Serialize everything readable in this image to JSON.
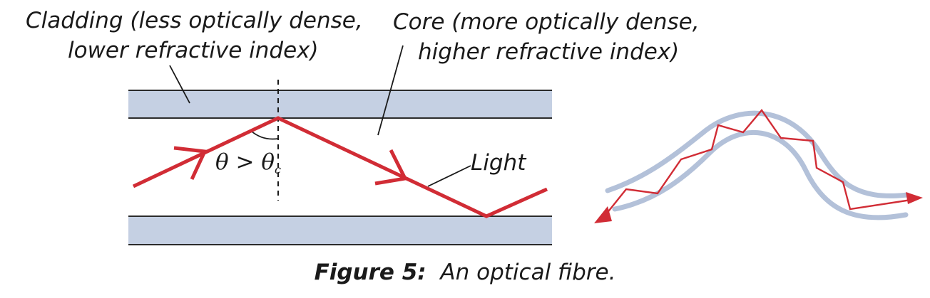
{
  "labels": {
    "cladding_line1": "Cladding (less optically dense,",
    "cladding_line2": "lower refractive index)",
    "core_line1": "Core (more optically dense,",
    "core_line2": "higher refractive index)",
    "light": "Light"
  },
  "angle": {
    "theta": "θ",
    "relation": " > ",
    "theta_c": "θ",
    "subscript": "c"
  },
  "caption": {
    "figure": "Figure 5:",
    "text": "An optical fibre."
  },
  "colors": {
    "cladding_fill": "#c5d0e3",
    "cladding_border": "#2b2b2b",
    "light_ray": "#d12c35",
    "bent_fibre": "#b3c1d9",
    "text": "#1a1a1a"
  }
}
